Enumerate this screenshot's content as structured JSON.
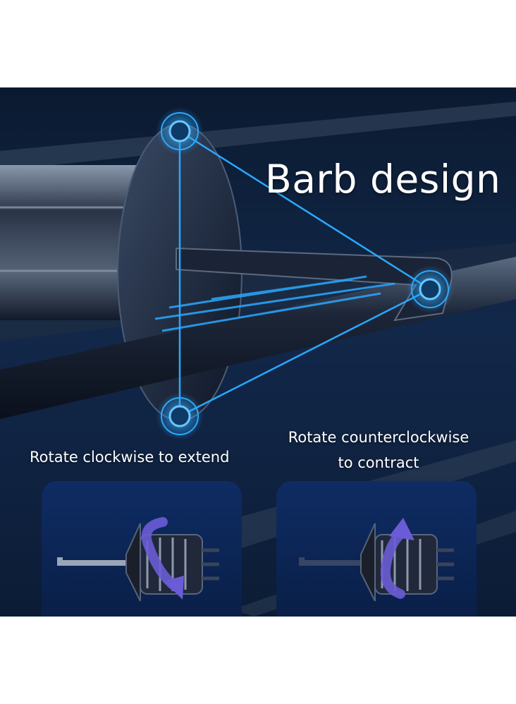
{
  "title": "Barb design",
  "captions": {
    "clockwise": "Rotate clockwise to extend",
    "counterclockwise_line1": "Rotate counterclockwise",
    "counterclockwise_line2": "to contract"
  },
  "colors": {
    "background": "#12284a",
    "accent_line": "#2aa8ff",
    "panel": "#0f2c63",
    "arrow": "#6a5cd6",
    "text": "#ffffff"
  },
  "icons": {
    "rotation_arrow_clockwise": "rotate-clockwise-arrow-icon",
    "rotation_arrow_counterclockwise": "rotate-counterclockwise-arrow-icon"
  }
}
